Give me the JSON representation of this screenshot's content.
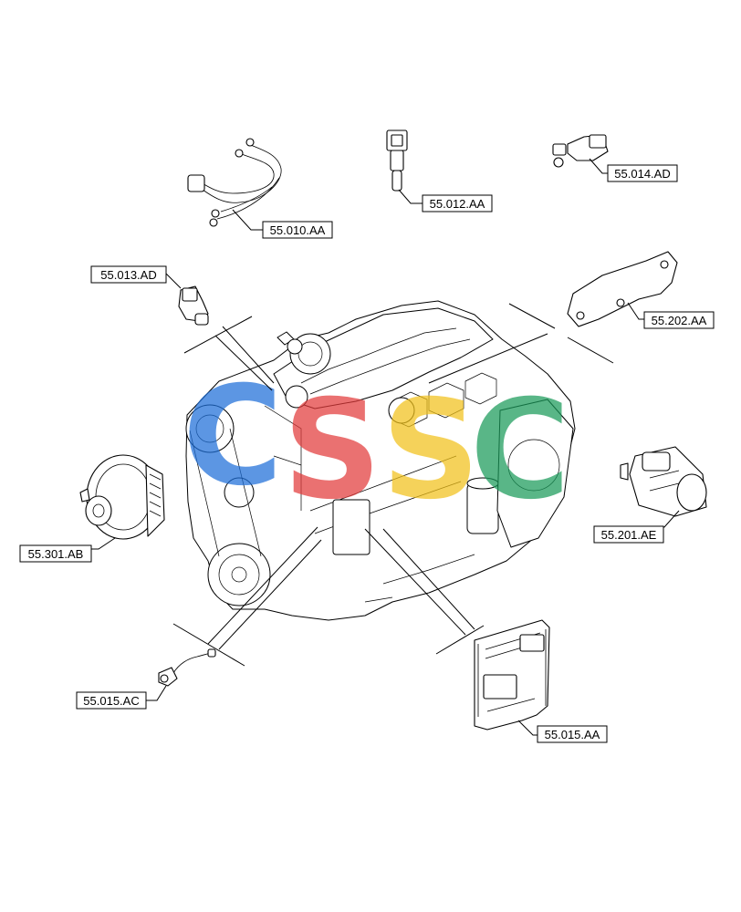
{
  "callouts": {
    "harness_55_010_aa": "55.010.AA",
    "sensor_55_012_aa": "55.012.AA",
    "sensor_55_014_ad": "55.014.AD",
    "sensor_55_013_ad": "55.013.AD",
    "gasket_55_202_aa": "55.202.AA",
    "alternator_55_301_ab": "55.301.AB",
    "starter_55_201_ae": "55.201.AE",
    "sensor_55_015_ac": "55.015.AC",
    "ecu_55_015_aa": "55.015.AA"
  },
  "watermark": {
    "letters": [
      "C",
      "S",
      "S",
      "C"
    ],
    "colors": [
      "#1e6fd9",
      "#e23b3b",
      "#f2c21b",
      "#1a9a5a"
    ]
  }
}
